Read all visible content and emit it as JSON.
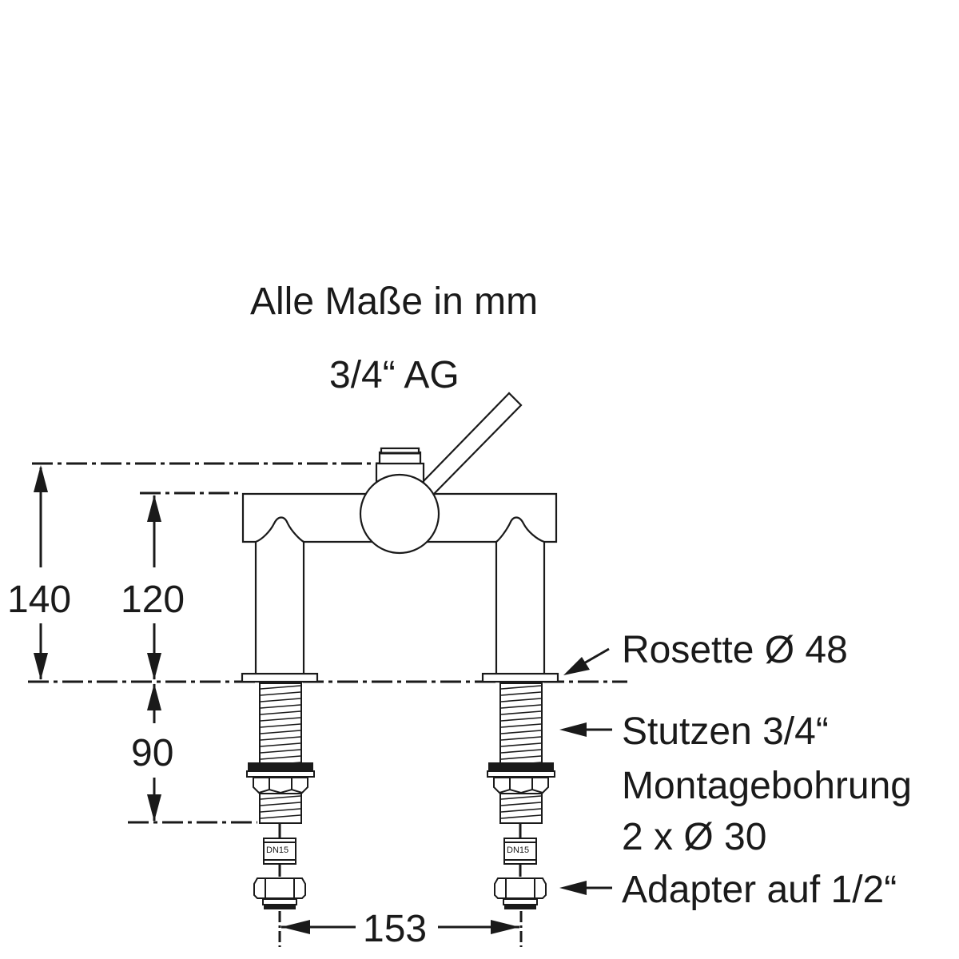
{
  "title": "Alle Maße in mm",
  "labels": {
    "top_connection": "3/4“ AG",
    "rosette": "Rosette Ø 48",
    "stutzen": "Stutzen 3/4“",
    "montage_line1": "Montagebohrung",
    "montage_line2": "2 x Ø 30",
    "adapter": "Adapter auf 1/2“",
    "dn_left": "DN15",
    "dn_right": "DN15"
  },
  "dimensions": {
    "total_height": "140",
    "body_height": "120",
    "stutzen_length": "90",
    "center_distance": "153"
  },
  "colors": {
    "line": "#1a1a1a",
    "background": "#ffffff"
  }
}
